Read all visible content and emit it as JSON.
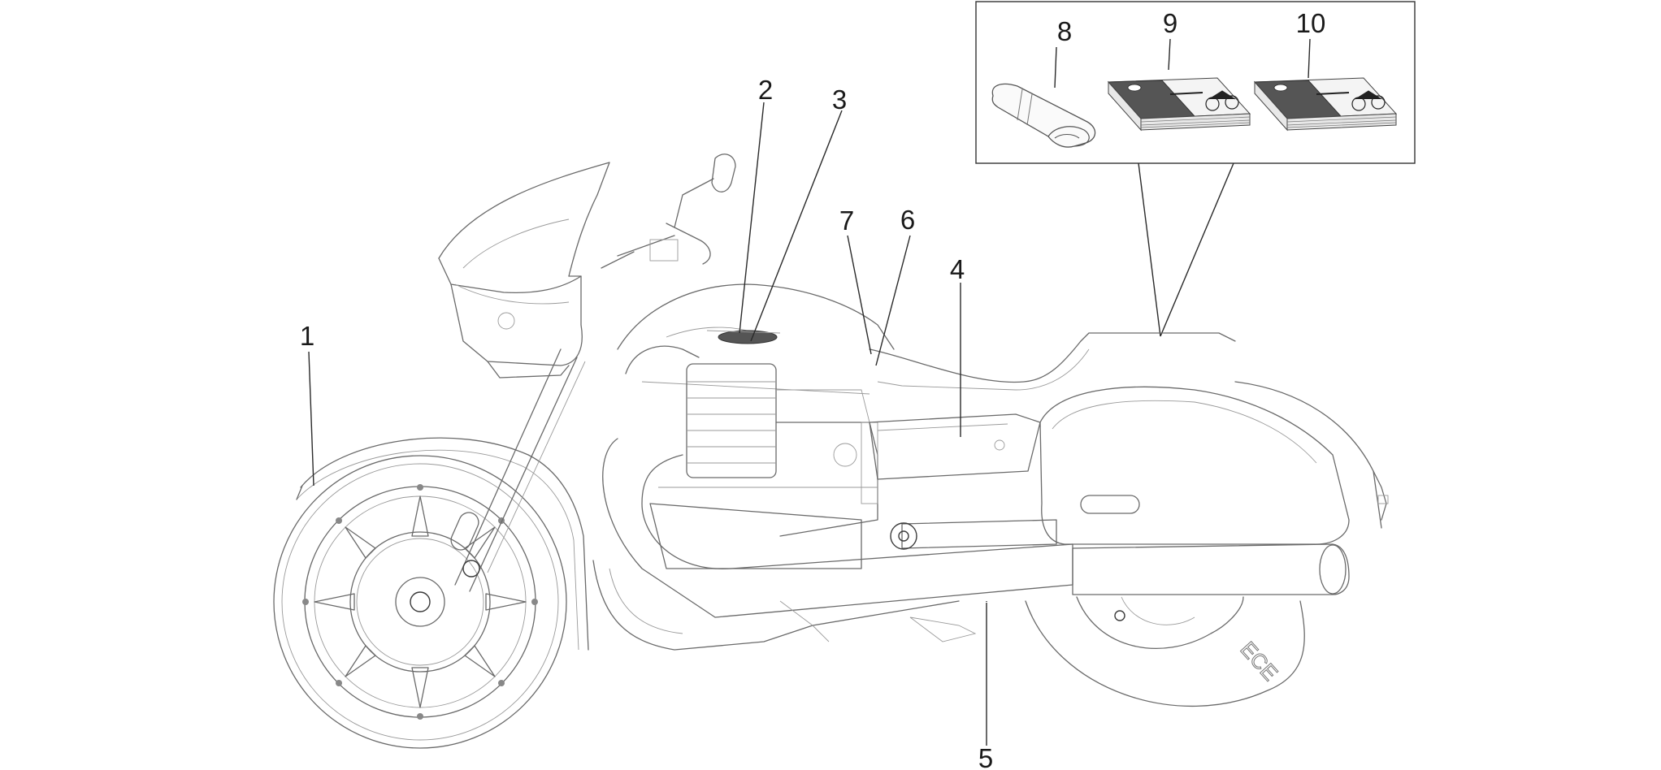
{
  "diagram": {
    "callouts": [
      {
        "id": "1",
        "label": "1"
      },
      {
        "id": "2",
        "label": "2"
      },
      {
        "id": "3",
        "label": "3"
      },
      {
        "id": "4",
        "label": "4"
      },
      {
        "id": "5",
        "label": "5"
      },
      {
        "id": "6",
        "label": "6"
      },
      {
        "id": "7",
        "label": "7"
      },
      {
        "id": "8",
        "label": "8"
      },
      {
        "id": "9",
        "label": "9"
      },
      {
        "id": "10",
        "label": "10"
      }
    ],
    "wheel_marking": "ECE",
    "line_color": "#6a6a6a",
    "callout_color": "#1a1a1a"
  }
}
